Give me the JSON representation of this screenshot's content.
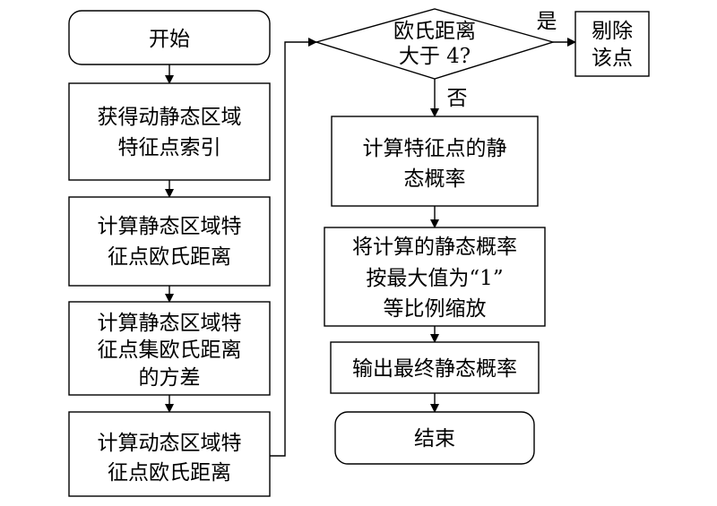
{
  "flowchart": {
    "start": "开始",
    "step1": [
      "获得动静态区域",
      "特征点索引"
    ],
    "step2": [
      "计算静态区域特",
      "征点欧氏距离"
    ],
    "step3": [
      "计算静态区域特",
      "征点集欧氏距离",
      "的方差"
    ],
    "step4": [
      "计算动态区域特",
      "征点欧氏距离"
    ],
    "decision": [
      "欧氏距离",
      "大于 4?"
    ],
    "yes_label": "是",
    "no_label": "否",
    "remove": [
      "剔除",
      "该点"
    ],
    "step5": [
      "计算特征点的静",
      "态概率"
    ],
    "step6": [
      "将计算的静态概率",
      "按最大值为“1”",
      "等比例缩放"
    ],
    "step7": "输出最终静态概率",
    "end": "结束"
  }
}
